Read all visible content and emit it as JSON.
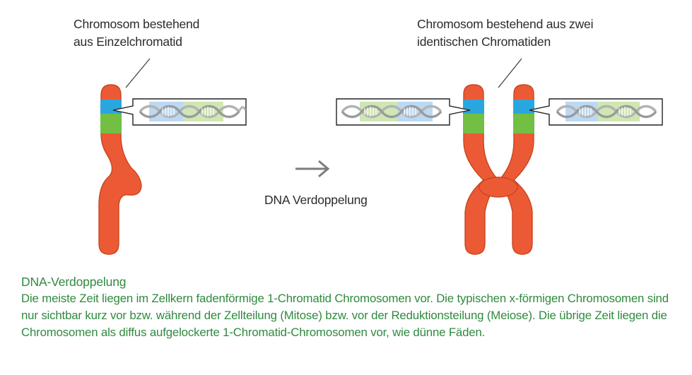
{
  "labels": {
    "left_line1": "Chromosom bestehend",
    "left_line2": "aus Einzelchromatid",
    "right_line1": "Chromosom bestehend aus zwei",
    "right_line2": "identischen Chromatiden",
    "arrow_label": "DNA Verdoppelung"
  },
  "caption": {
    "title": "DNA-Verdoppelung",
    "body": "Die meiste Zeit liegen im Zellkern fadenförmige 1-Chromatid Chromosomen vor. Die typischen x-förmigen Chromosomen sind nur sichtbar kurz vor bzw. während der Zellteilung (Mitose) bzw. vor der Reduktionsteilung (Meiose). Die übrige Zeit liegen die Chromosomen als diffus aufgelockerte 1-Chromatid-Chromosomen vor, wie dünne Fäden."
  },
  "colors": {
    "chromosome": "#ec5a35",
    "chromosome_outline": "#c9441f",
    "band_blue": "#2aa6df",
    "band_green": "#72bf44",
    "highlight_blue": "#bcd9f2",
    "highlight_green": "#cfe7b3",
    "dna_grey": "#b9b9b9",
    "caption_green": "#2f8a3e"
  }
}
